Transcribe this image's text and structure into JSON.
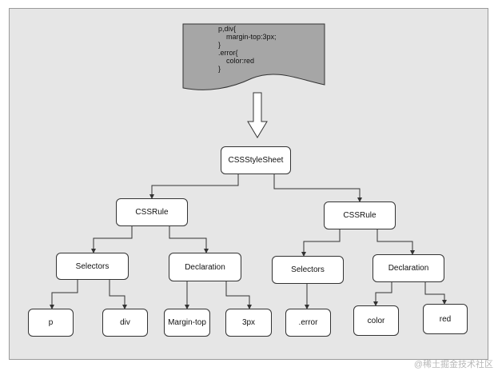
{
  "code": "p,div{\n    margin-top:3px;\n}\n.error{\n    color:red\n}",
  "nodes": {
    "root": "CSSStyleSheet",
    "rule_left": "CSSRule",
    "rule_right": "CSSRule",
    "selectors_left": "Selectors",
    "declaration_left": "Declaration",
    "selectors_right": "Selectors",
    "declaration_right": "Declaration",
    "leaf_p": "p",
    "leaf_div": "div",
    "leaf_margin_top": "Margin-top",
    "leaf_3px": "3px",
    "leaf_error": ".error",
    "leaf_color": "color",
    "leaf_red": "red"
  },
  "watermark": "@稀土掘金技术社区",
  "colors": {
    "background": "#e6e6e6",
    "document": "#a6a6a6",
    "box": "#ffffff",
    "line": "#333333"
  }
}
